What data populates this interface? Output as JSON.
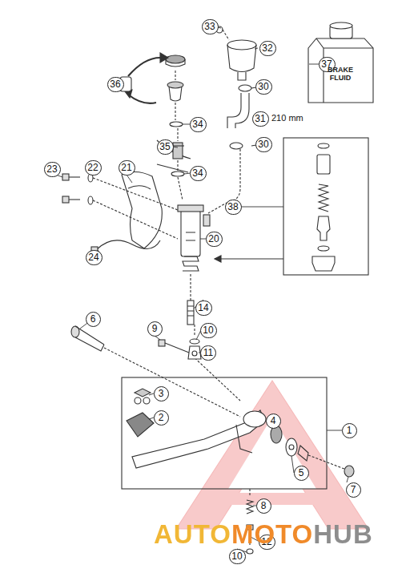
{
  "diagram": {
    "nodes": [
      {
        "text": [
          "33"
        ]
      },
      {
        "text": [
          "32"
        ]
      },
      {
        "text": [
          "37"
        ]
      },
      {
        "text": [
          "36"
        ]
      },
      {
        "text": [
          "30"
        ]
      },
      {
        "text": [
          "31"
        ]
      },
      {
        "text": [
          "34"
        ]
      },
      {
        "text": [
          "35"
        ]
      },
      {
        "text": [
          "30"
        ]
      },
      {
        "text": [
          "34"
        ]
      },
      {
        "text": [
          "38"
        ]
      },
      {
        "text": [
          "23"
        ]
      },
      {
        "text": [
          "22"
        ]
      },
      {
        "text": [
          "21"
        ]
      },
      {
        "text": [
          "20"
        ]
      },
      {
        "text": [
          "24"
        ]
      },
      {
        "text": [
          "14"
        ]
      },
      {
        "text": [
          "6"
        ]
      },
      {
        "text": [
          "9"
        ]
      },
      {
        "text": [
          "10"
        ]
      },
      {
        "text": [
          "11"
        ]
      },
      {
        "text": [
          "3"
        ]
      },
      {
        "text": [
          "2"
        ]
      },
      {
        "text": [
          "4"
        ]
      },
      {
        "text": [
          "1"
        ]
      },
      {
        "text": [
          "5"
        ]
      },
      {
        "text": [
          "7"
        ]
      },
      {
        "text": [
          "8"
        ]
      },
      {
        "text": [
          "10"
        ]
      },
      {
        "text": [
          "12"
        ]
      }
    ],
    "labels": [
      "210 mm",
      "BRAKE FLUID",
      "AUTOMOTOHUB"
    ]
  }
}
